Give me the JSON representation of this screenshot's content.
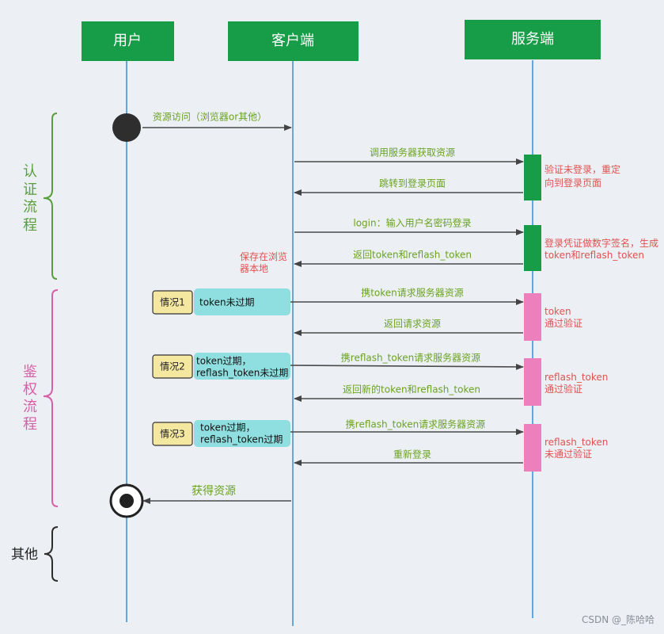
{
  "participants": [
    {
      "label": "用户"
    },
    {
      "label": "客户端"
    },
    {
      "label": "服务端"
    }
  ],
  "groups": [
    {
      "label": "认证流程"
    },
    {
      "label": "鉴权流程"
    },
    {
      "label": "其他"
    }
  ],
  "messages": [
    {
      "label": "资源访问（浏览器or其他）"
    },
    {
      "label": "调用服务器获取资源"
    },
    {
      "label": "跳转到登录页面"
    },
    {
      "label": "login：输入用户名密码登录"
    },
    {
      "label": "返回token和reflash_token"
    },
    {
      "label": "携token请求服务器资源"
    },
    {
      "label": "返回请求资源"
    },
    {
      "label": "携reflash_token请求服务器资源"
    },
    {
      "label": "返回新的token和reflash_token"
    },
    {
      "label": "携reflash_token请求服务器资源"
    },
    {
      "label": "重新登录"
    },
    {
      "label": "获得资源"
    }
  ],
  "notes": [
    {
      "lines": [
        "验证未登录，重定",
        "向到登录页面"
      ]
    },
    {
      "lines": [
        "登录凭证做数字签名，生成",
        "token和reflash_token"
      ]
    },
    {
      "lines": [
        "保存在浏览",
        "器本地"
      ]
    },
    {
      "lines": [
        "token",
        "通过验证"
      ]
    },
    {
      "lines": [
        "reflash_token",
        "通过验证"
      ]
    },
    {
      "lines": [
        "reflash_token",
        "未通过验证"
      ]
    }
  ],
  "cases": [
    {
      "tag": "情况1",
      "lines": [
        "token未过期"
      ]
    },
    {
      "tag": "情况2",
      "lines": [
        "token过期，",
        "reflash_token未过期"
      ]
    },
    {
      "tag": "情况3",
      "lines": [
        "token过期，",
        "reflash_token过期"
      ]
    }
  ],
  "watermark": "CSDN @_陈哈哈",
  "colors": {
    "header_green": "#179c48",
    "lifeline_blue": "#63a7e0",
    "auth_green": "#5a9e3c",
    "authz_pink": "#d65fa6",
    "pink_bar": "#ee7fbd",
    "message_green": "#6aa321",
    "note_red": "#e05252",
    "case_tag_fill": "#f4e8a1",
    "case_bar_fill": "#8fdfe0",
    "arrow_gray": "#4a4a4a"
  }
}
